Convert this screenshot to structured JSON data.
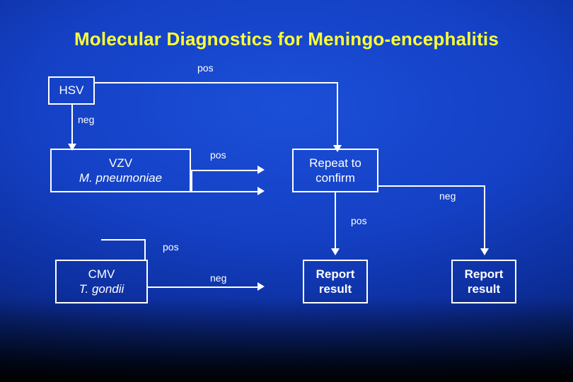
{
  "slide": {
    "title": "Molecular Diagnostics for Meningo-encephalitis",
    "title_color": "#ffff33",
    "background_color": "#1440c4",
    "node_border_color": "#ffffff",
    "text_color": "#ffffff"
  },
  "nodes": [
    {
      "id": "hsv",
      "line1": "HSV",
      "line2": ""
    },
    {
      "id": "vzv",
      "line1": "VZV",
      "line2": "M. pneumoniae"
    },
    {
      "id": "repeat",
      "line1": "Repeat to",
      "line2": "confirm"
    },
    {
      "id": "cmv",
      "line1": "CMV",
      "line2": "T. gondii"
    },
    {
      "id": "report_center",
      "line1": "Report",
      "line2": "result"
    },
    {
      "id": "report_right",
      "line1": "Report",
      "line2": "result"
    }
  ],
  "edge_labels": [
    {
      "id": "hsv-pos",
      "text": "pos"
    },
    {
      "id": "hsv-neg",
      "text": "neg"
    },
    {
      "id": "vzv-pos",
      "text": "pos"
    },
    {
      "id": "repeat-neg",
      "text": "neg"
    },
    {
      "id": "repeat-pos",
      "text": "pos"
    },
    {
      "id": "cmv-branch-pos",
      "text": "pos"
    },
    {
      "id": "cmv-neg",
      "text": "neg"
    }
  ]
}
